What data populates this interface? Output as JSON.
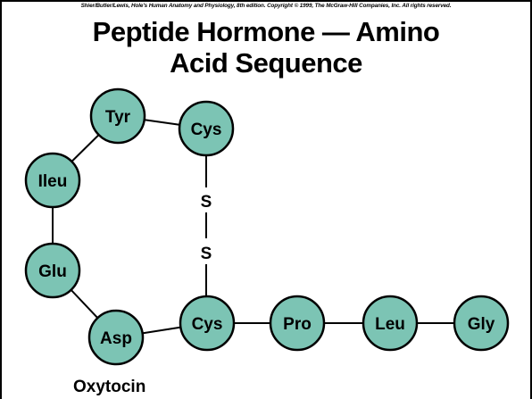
{
  "header": {
    "copyright": "Shier/Butler/Lewis, Hole's Human Anatomy and Physiology, 8th edition. Copyright © 1999, The McGraw-Hill Companies, Inc. All rights reserved.",
    "title_line1": "Peptide Hormone — Amino",
    "title_line2": "Acid Sequence"
  },
  "diagram": {
    "residue_color": "#7cc4b4",
    "residues": [
      {
        "id": "cys1",
        "label": "Cys"
      },
      {
        "id": "tyr",
        "label": "Tyr"
      },
      {
        "id": "ileu",
        "label": "Ileu"
      },
      {
        "id": "glu",
        "label": "Glu"
      },
      {
        "id": "asp",
        "label": "Asp"
      },
      {
        "id": "cys2",
        "label": "Cys"
      },
      {
        "id": "pro",
        "label": "Pro"
      },
      {
        "id": "leu",
        "label": "Leu"
      },
      {
        "id": "gly",
        "label": "Gly"
      }
    ],
    "disulfide": [
      "S",
      "S"
    ],
    "caption": "Oxytocin"
  }
}
